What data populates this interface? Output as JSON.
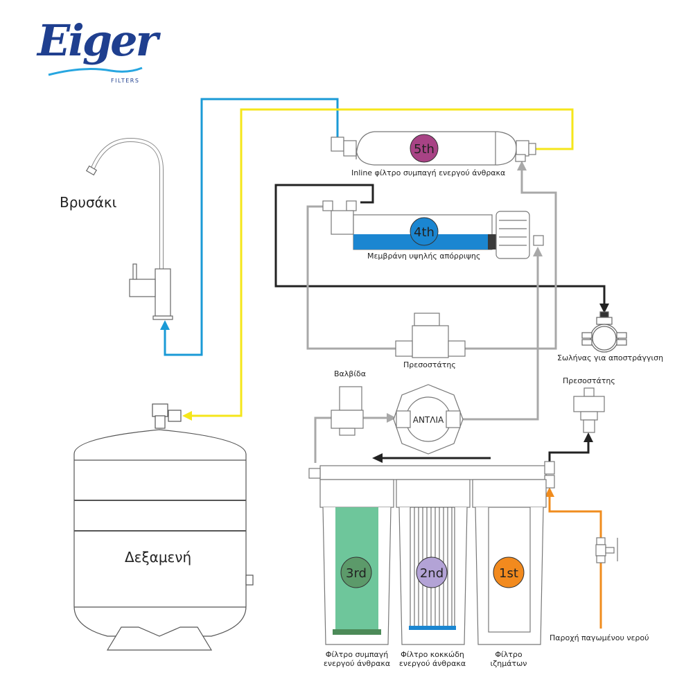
{
  "logo": {
    "word": "Eiger",
    "sub": "FILTERS",
    "color": "#1f3f8f"
  },
  "labels": {
    "faucet": "Βρυσάκι",
    "tank": "Δεξαμενή",
    "stage5": "Inline φίλτρο συμπαγή ενεργού άνθρακα",
    "stage4": "Μεμβράνη υψηλής απόρριψης",
    "pressure_switch_center": "Πρεσοστάτης",
    "drain": "Σωλήνας για αποστράγγιση",
    "pressure_switch_right": "Πρεσοστάτης",
    "valve": "Βαλβίδα",
    "pump": "ΑΝΤΛΙΑ",
    "supply": "Παροχή παγωμένου νερού",
    "stage3_line1": "Φίλτρο συμπαγή",
    "stage3_line2": "ενεργού άνθρακα",
    "stage2_line1": "Φίλτρο κοκκώδη",
    "stage2_line2": "ενεργού άνθρακα",
    "stage1_line1": "Φίλτρο",
    "stage1_line2": "ιζημάτων"
  },
  "stages": [
    {
      "id": "1st",
      "text": "1st",
      "color": "#f28a1e"
    },
    {
      "id": "2nd",
      "text": "2nd",
      "color": "#b3a3d6"
    },
    {
      "id": "3rd",
      "text": "3rd",
      "color": "#5c9a6a"
    },
    {
      "id": "4th",
      "text": "4th",
      "color": "#1b86d1"
    },
    {
      "id": "5th",
      "text": "5th",
      "color": "#a84385"
    }
  ],
  "lines": {
    "product_to_faucet": "#1a9ad6",
    "tank_line": "#f5e61a",
    "drain_line": "#222222",
    "internal_line": "#a8a8a8",
    "feed_line": "#f08c1e"
  }
}
